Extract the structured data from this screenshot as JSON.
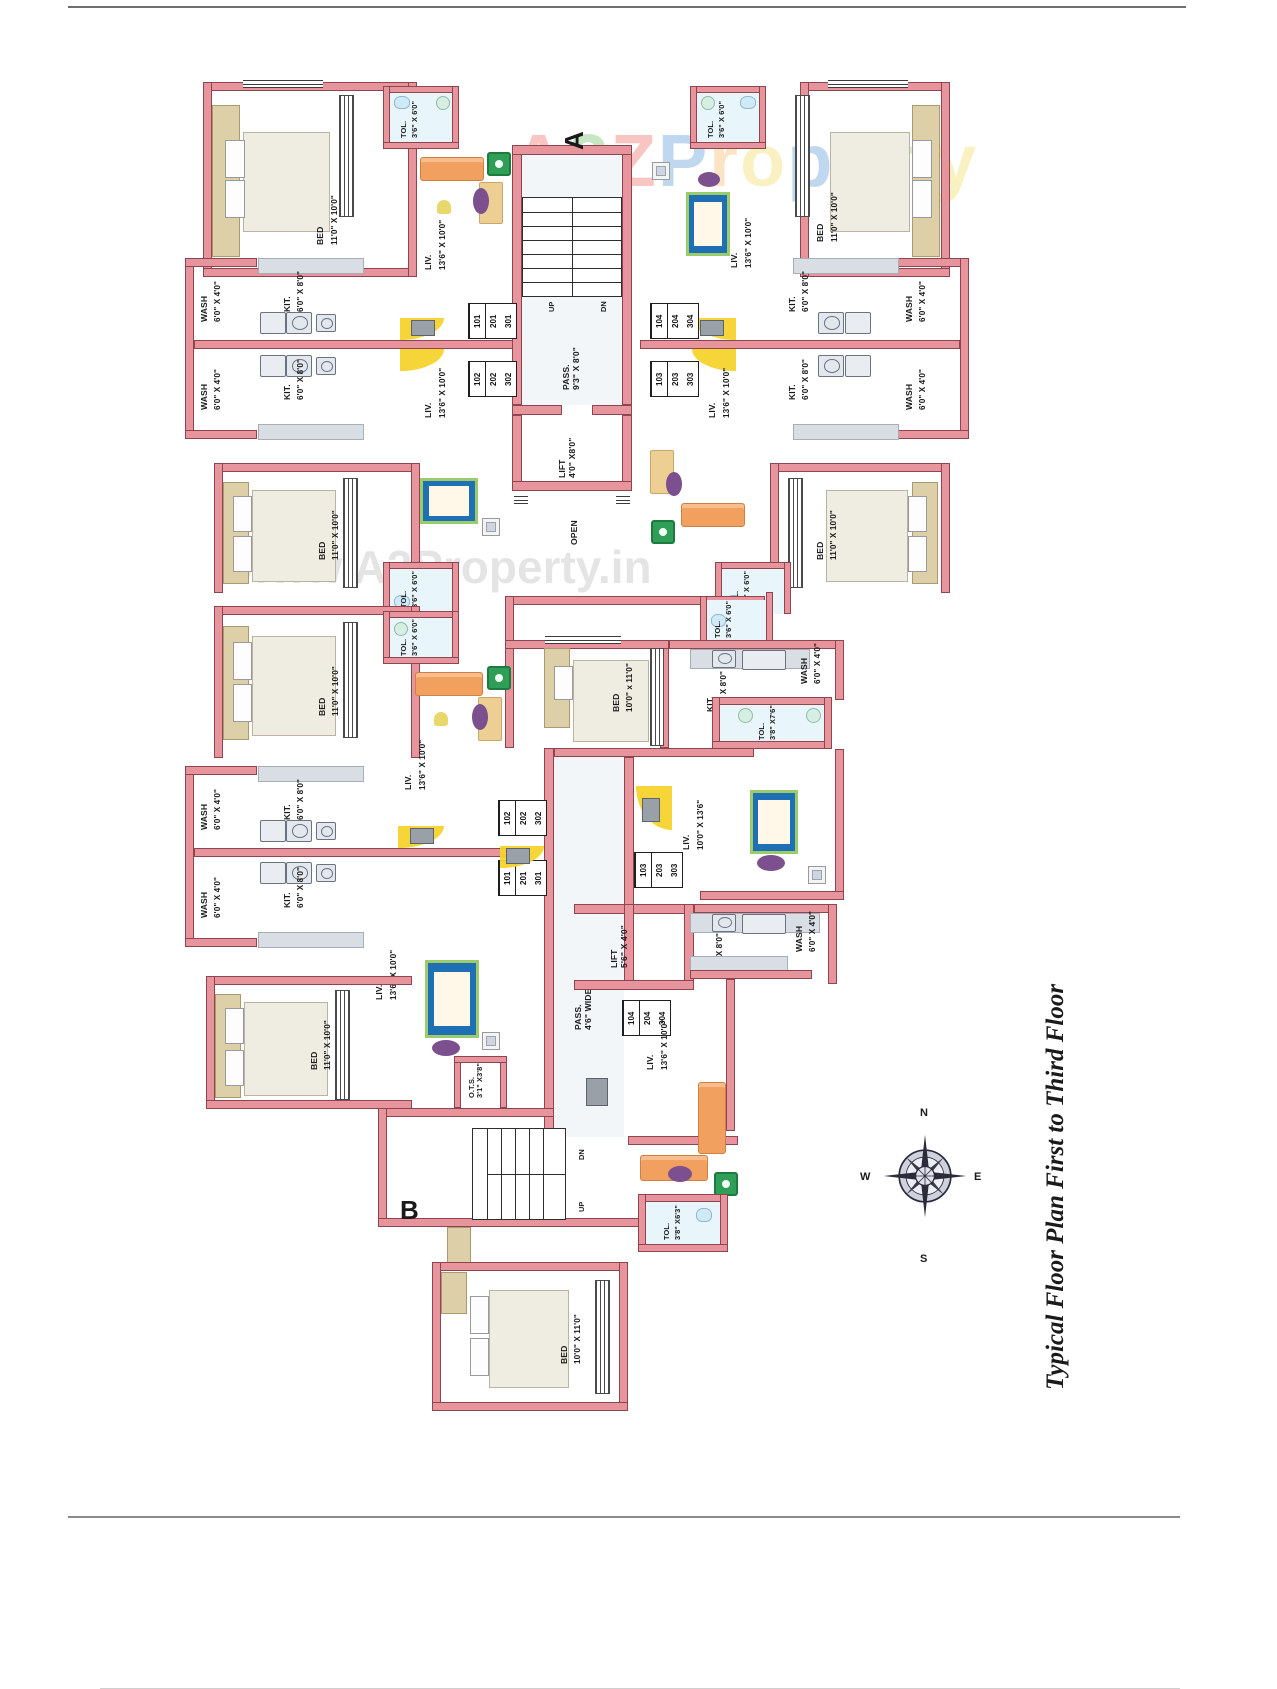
{
  "document": {
    "title": "Typical Floor Plan First to Third Floor",
    "watermark_logo": "A2Z Property",
    "watermark_url": "www.A2Property.in",
    "wall_color": "#e8949d",
    "wall_outline": "#8d4550"
  },
  "wings": {
    "a_label": "A",
    "b_label": "B"
  },
  "compass": {
    "n": "N",
    "s": "S",
    "e": "E",
    "w": "W"
  },
  "cores": {
    "a_stair_up": "UP",
    "a_stair_dn": "DN",
    "a_passage": "PASS.\n9'3\" X 8'0\"",
    "a_lift": "LIFT\n4'0\" X8'0\"",
    "a_open": "OPEN",
    "b_stair_up": "UP",
    "b_stair_dn": "DN",
    "b_passage": "PASS.\n4'6\" WIDE",
    "b_lift": "LIFT\n5'6\" X 4'0\"",
    "b_ots": "O.T.S.\n3'1\" X3'8\""
  },
  "unit_strips": [
    {
      "id": "a-left-upper",
      "numbers": [
        "101",
        "201",
        "301"
      ]
    },
    {
      "id": "a-left-lower",
      "numbers": [
        "102",
        "202",
        "302"
      ]
    },
    {
      "id": "a-right-upper",
      "numbers": [
        "104",
        "204",
        "304"
      ]
    },
    {
      "id": "a-right-lower",
      "numbers": [
        "103",
        "203",
        "303"
      ]
    },
    {
      "id": "b-left-upper",
      "numbers": [
        "102",
        "202",
        "302"
      ]
    },
    {
      "id": "b-left-lower",
      "numbers": [
        "101",
        "201",
        "301"
      ]
    },
    {
      "id": "b-right-upper",
      "numbers": [
        "103",
        "203",
        "303"
      ]
    },
    {
      "id": "b-right-lower",
      "numbers": [
        "104",
        "204",
        "304"
      ]
    }
  ],
  "rooms": [
    {
      "key": "a_tl_bed",
      "name": "BED",
      "dim": "11'0\" X 10'0\""
    },
    {
      "key": "a_tl_tol",
      "name": "TOL.",
      "dim": "3'6\" X 6'0\""
    },
    {
      "key": "a_tl_liv",
      "name": "LIV.",
      "dim": "13'6\" X 10'0\""
    },
    {
      "key": "a_tl_wash",
      "name": "WASH",
      "dim": "6'0\" X 4'0\""
    },
    {
      "key": "a_tl_kit",
      "name": "KIT.",
      "dim": "6'0\" X 8'0\""
    },
    {
      "key": "a_ml_wash",
      "name": "WASH",
      "dim": "6'0\" X 4'0\""
    },
    {
      "key": "a_ml_kit",
      "name": "KIT.",
      "dim": "6'0\" X 8'0\""
    },
    {
      "key": "a_ml_liv",
      "name": "LIV.",
      "dim": "13'6\" X 10'0\""
    },
    {
      "key": "a_ml_bed",
      "name": "BED",
      "dim": "11'0\" X 10'0\""
    },
    {
      "key": "a_ml_tol",
      "name": "TOL.",
      "dim": "3'6\" X 6'0\""
    },
    {
      "key": "a_tr_bed",
      "name": "BED",
      "dim": "11'0\" X 10'0\""
    },
    {
      "key": "a_tr_tol",
      "name": "TOL.",
      "dim": "3'6\" X 6'0\""
    },
    {
      "key": "a_tr_liv",
      "name": "LIV.",
      "dim": "13'6\" X 10'0\""
    },
    {
      "key": "a_tr_wash",
      "name": "WASH",
      "dim": "6'0\" X 4'0\""
    },
    {
      "key": "a_tr_kit",
      "name": "KIT.",
      "dim": "6'0\" X 8'0\""
    },
    {
      "key": "a_mr_wash",
      "name": "WASH",
      "dim": "6'0\" X 4'0\""
    },
    {
      "key": "a_mr_kit",
      "name": "KIT.",
      "dim": "6'0\" X 8'0\""
    },
    {
      "key": "a_mr_liv",
      "name": "LIV.",
      "dim": "13'6\" X 10'0\""
    },
    {
      "key": "a_mr_bed",
      "name": "BED",
      "dim": "11'0\" X 10'0\""
    },
    {
      "key": "a_mr_tol",
      "name": "TOL.",
      "dim": "3'6\" X 6'0\""
    },
    {
      "key": "b_bed_mid",
      "name": "BED",
      "dim": "10'0\" x 11'0\""
    },
    {
      "key": "b_tol_mid",
      "name": "TOL.",
      "dim": "3'6\" X 6'0\""
    },
    {
      "key": "b_kit_mid",
      "name": "KIT.",
      "dim": "6'0\" X 8'0\""
    },
    {
      "key": "b_wash_mid",
      "name": "WASH",
      "dim": "6'0\" X 4'0\""
    },
    {
      "key": "b_tol_76",
      "name": "TOL.",
      "dim": "3'8\" X7'6\""
    },
    {
      "key": "b_liv_136",
      "name": "LIV.",
      "dim": "10'0\" X 13'6\""
    },
    {
      "key": "b_ll_bed1",
      "name": "BED",
      "dim": "11'0\" X 10'0\""
    },
    {
      "key": "b_ll_tol1",
      "name": "TOL.",
      "dim": "3'6\" X 6'0\""
    },
    {
      "key": "b_ll_liv1",
      "name": "LIV.",
      "dim": "13'6\" X 10'0\""
    },
    {
      "key": "b_ll_wash1",
      "name": "WASH",
      "dim": "6'0\" X 4'0\""
    },
    {
      "key": "b_ll_kit1",
      "name": "KIT.",
      "dim": "6'0\" X 8'0\""
    },
    {
      "key": "b_ll_wash2",
      "name": "WASH",
      "dim": "6'0\" X 4'0\""
    },
    {
      "key": "b_ll_kit2",
      "name": "KIT.",
      "dim": "6'0\" X 8'0\""
    },
    {
      "key": "b_ll_liv2",
      "name": "LIV.",
      "dim": "13'6\" X 10'0\""
    },
    {
      "key": "b_ll_bed2",
      "name": "BED",
      "dim": "11'0\" X 10'0\""
    },
    {
      "key": "b_br_kit",
      "name": "KIT.",
      "dim": "6'0\" X 8'0\""
    },
    {
      "key": "b_br_wash",
      "name": "WASH",
      "dim": "6'0\" X 4'0\""
    },
    {
      "key": "b_br_liv",
      "name": "LIV.",
      "dim": "13'6\" X 10'0\""
    },
    {
      "key": "b_br_tol",
      "name": "TOL.",
      "dim": "3'8\" X6'3\""
    },
    {
      "key": "b_bot_bed",
      "name": "BED",
      "dim": "10'0\" X 11'0\""
    }
  ]
}
